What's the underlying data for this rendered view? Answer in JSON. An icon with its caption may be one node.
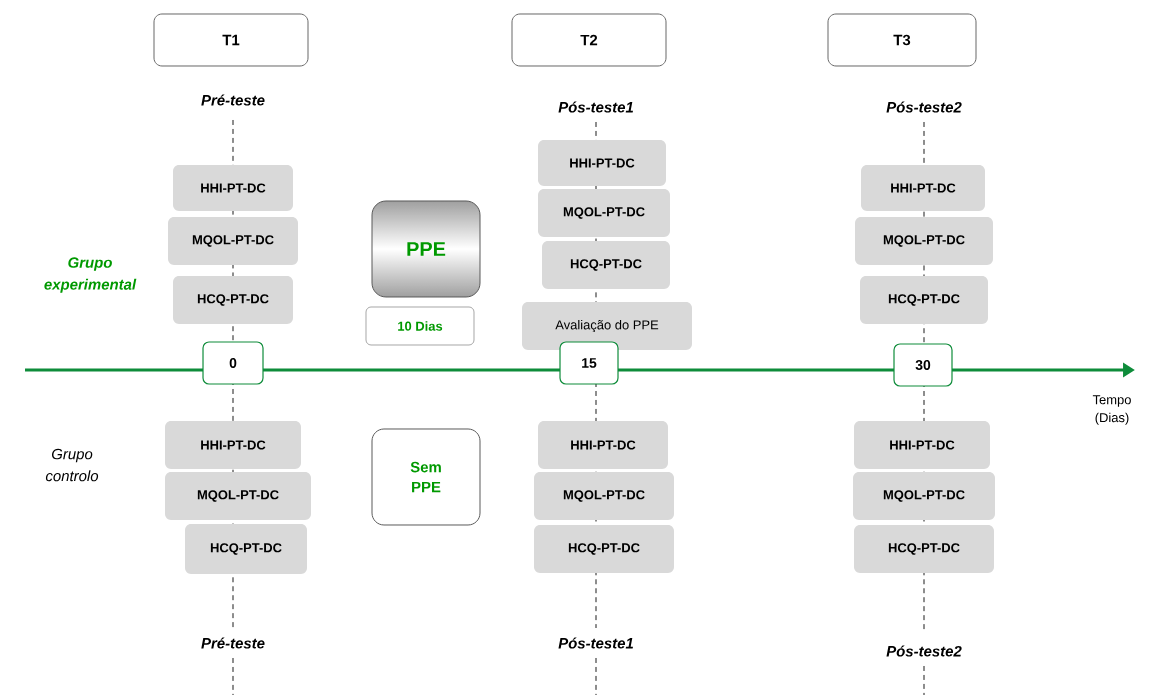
{
  "diagram": {
    "nodes": [
      {
        "text": [
          "T1"
        ]
      },
      {
        "text": [
          "T2"
        ]
      },
      {
        "text": [
          "T3"
        ]
      },
      {
        "text": [
          "HHI-PT-DC"
        ]
      },
      {
        "text": [
          "MQOL-PT-DC"
        ]
      },
      {
        "text": [
          "HCQ-PT-DC"
        ]
      },
      {
        "text": [
          "PPE"
        ]
      },
      {
        "text": [
          "10 Dias"
        ]
      },
      {
        "text": [
          "HHI-PT-DC"
        ]
      },
      {
        "text": [
          "MQOL-PT-DC"
        ]
      },
      {
        "text": [
          "HCQ-PT-DC"
        ]
      },
      {
        "text": [
          "Avaliação do PPE"
        ]
      },
      {
        "text": [
          "HHI-PT-DC"
        ]
      },
      {
        "text": [
          "MQOL-PT-DC"
        ]
      },
      {
        "text": [
          "HCQ-PT-DC"
        ]
      },
      {
        "text": [
          "0"
        ]
      },
      {
        "text": [
          "15"
        ]
      },
      {
        "text": [
          "30"
        ]
      },
      {
        "text": [
          "HHI-PT-DC"
        ]
      },
      {
        "text": [
          "MQOL-PT-DC"
        ]
      },
      {
        "text": [
          "HCQ-PT-DC"
        ]
      },
      {
        "text": [
          "Sem PPE"
        ]
      },
      {
        "text": [
          "HHI-PT-DC"
        ]
      },
      {
        "text": [
          "MQOL-PT-DC"
        ]
      },
      {
        "text": [
          "HCQ-PT-DC"
        ]
      },
      {
        "text": [
          "HHI-PT-DC"
        ]
      },
      {
        "text": [
          "MQOL-PT-DC"
        ]
      },
      {
        "text": [
          "HCQ-PT-DC"
        ]
      }
    ],
    "labels": [
      "Pré-teste",
      "Pós-teste1",
      "Pós-teste2",
      "Grupo experimental",
      "Tempo (Dias)",
      "Grupo controlo",
      "Pré-teste",
      "Pós-teste1",
      "Pós-teste2"
    ]
  }
}
